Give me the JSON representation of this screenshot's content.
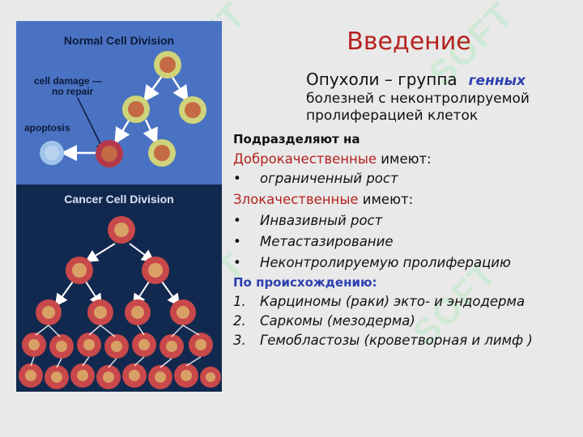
{
  "slide": {
    "title": "Введение",
    "intro": {
      "line1_pre": "Опухоли – группа",
      "line1_accent": "генных",
      "line2": "болезней с  неконтролируемой",
      "line3": "пролиферацией клеток"
    },
    "subdivide_label": "Подразделяют на",
    "benign": {
      "term": "Доброкачественные",
      "rest": " имеют:",
      "items": [
        "ограниченный рост"
      ]
    },
    "malignant": {
      "term": "Злокачественные",
      "rest": " имеют:",
      "items": [
        "Инвазивный рост",
        "Метастазирование",
        "Неконтролируемую пролиферацию"
      ]
    },
    "origin": {
      "label": "По происхождению:",
      "items": [
        "Карциномы (раки) экто- и эндодерма",
        "Саркомы (мезодерма)",
        "Гемобластозы (кроветворная и лимф )"
      ]
    },
    "bullet": "•"
  },
  "figure": {
    "normal_title": "Normal Cell Division",
    "cancer_title": "Cancer Cell Division",
    "label_damage_1": "cell damage —",
    "label_damage_2": "no repair",
    "label_apoptosis": "apoptosis"
  },
  "watermark": "SOFT",
  "colors": {
    "title_red": "#b5221f",
    "accent_blue": "#2b3fb0",
    "fig_top": "#4a72c2",
    "fig_bottom": "#12294f"
  }
}
